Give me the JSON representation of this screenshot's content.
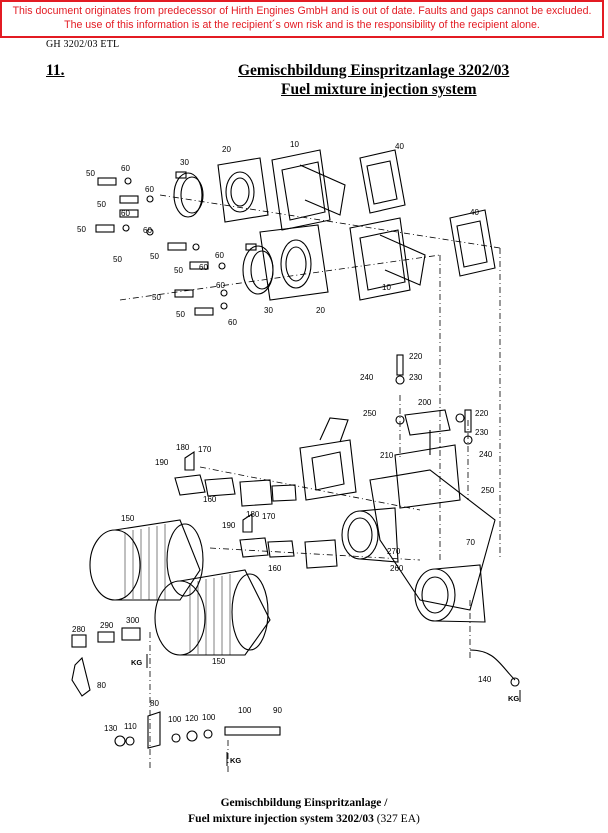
{
  "disclaimer": "This document originates from predecessor of Hirth Engines GmbH and is out of date. Faults and gaps cannot be excluded. The use of this information is at the recipient´s own risk and is the responsibility of the recipient alone.",
  "header": {
    "doc_code": "GH 3202/03 ETL",
    "section_number": "11.",
    "title_de": "Gemischbildung Einspritzanlage 3202/03",
    "title_en": "Fuel mixture injection system"
  },
  "diagram": {
    "labels": [
      "10",
      "20",
      "30",
      "40",
      "50",
      "60",
      "70",
      "80",
      "90",
      "100",
      "110",
      "120",
      "130",
      "140",
      "150",
      "160",
      "170",
      "180",
      "190",
      "200",
      "210",
      "220",
      "230",
      "240",
      "250",
      "260",
      "270",
      "280",
      "290",
      "300"
    ],
    "ground_symbol": "KG"
  },
  "caption": {
    "line1": "Gemischbildung Einspritzanlage /",
    "line2_bold": "Fuel mixture injection system 3202/03",
    "line2_suffix": " (327 EA)"
  }
}
